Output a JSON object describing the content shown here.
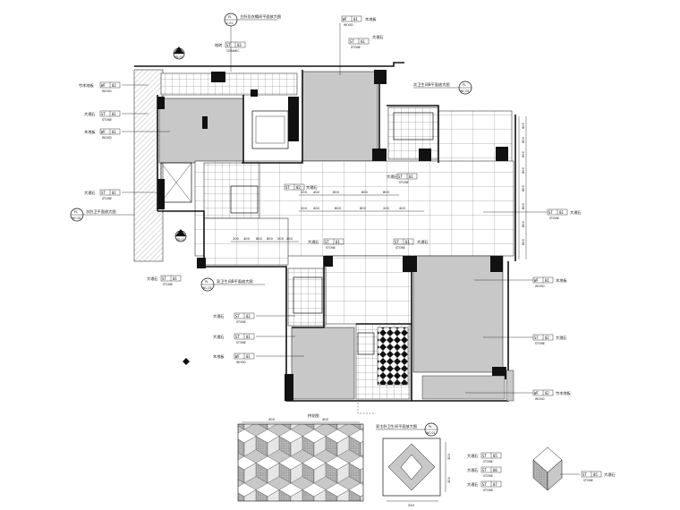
{
  "callouts": {
    "top": {
      "tag": "PL",
      "sheet": "C-01",
      "text": "主卧及衣帽间平面放大图"
    },
    "right": {
      "tag": "PL",
      "sheet": "WC-02",
      "text": "次卫生间B平面放大图"
    },
    "left": {
      "tag": "PL",
      "sheet": "WC-04",
      "text": "次卧卫平面放大图"
    },
    "left_lower": {
      "tag": "PL",
      "sheet": "WC-03",
      "text": "双卫生间B平面放大图"
    },
    "bottom": {
      "tag": "PL",
      "sheet": "WC-01",
      "text": "双主卧卫生间平面放大图"
    },
    "section_top": {
      "num": "04",
      "sheet": "PD-02"
    },
    "section_left": {
      "num": "A",
      "sheet": "PD-02"
    }
  },
  "material_tags": {
    "top_woodfloor": {
      "name": "木地板",
      "code": "WF",
      "num": "01",
      "type": "WOOD"
    },
    "top_tile": {
      "name": "地砖",
      "code": "ST",
      "num": "03",
      "type": "CERAMIC"
    },
    "top_marble": {
      "name": "大理石",
      "code": "ST",
      "num": "01",
      "type": "STONE"
    },
    "left_bamboo": {
      "name": "竹木地板",
      "code": "WF",
      "num": "02",
      "type": "WOOD"
    },
    "left_marble": {
      "name": "大理石",
      "code": "ST",
      "num": "01",
      "type": "STONE"
    },
    "left_wood": {
      "name": "木地板",
      "code": "WF",
      "num": "01",
      "type": "WOOD"
    },
    "left_marble2": {
      "name": "大理石",
      "code": "ST",
      "num": "01",
      "type": "STONE"
    },
    "mid_marble_a": {
      "name": "大理石",
      "code": "ST",
      "num": "02",
      "type": "STONE"
    },
    "mid_marble_b": {
      "name": "大理石",
      "code": "ST",
      "num": "01",
      "type": "STONE"
    },
    "mid_marble_c": {
      "name": "大理石",
      "code": "ST",
      "num": "01",
      "type": "STONE"
    },
    "mid_marble_d": {
      "name": "大理石",
      "code": "ST",
      "num": "01",
      "type": "STONE"
    },
    "right_marble": {
      "name": "大理石",
      "code": "ST",
      "num": "01",
      "type": "STONE"
    },
    "right_wood": {
      "name": "木地板",
      "code": "WF",
      "num": "01",
      "type": "WOOD"
    },
    "right_marble2": {
      "name": "大理石",
      "code": "ST",
      "num": "02",
      "type": "STONE"
    },
    "right_bamboo": {
      "name": "竹木地板",
      "code": "WF",
      "num": "02",
      "type": "WOOD"
    },
    "low_left_marble": {
      "name": "大理石",
      "code": "ST",
      "num": "01",
      "type": "STONE"
    },
    "low_left_marble2": {
      "name": "大理石",
      "code": "ST",
      "num": "02",
      "type": "STONE"
    },
    "low_left_wood": {
      "name": "木地板",
      "code": "WF",
      "num": "01",
      "type": "WOOD"
    },
    "low_left_marble3": {
      "name": "大理石",
      "code": "ST",
      "num": "01",
      "type": "STONE"
    },
    "detail_a": {
      "name": "大理石",
      "code": "ST",
      "num": "05",
      "type": "STONE"
    },
    "detail_b": {
      "name": "大理石",
      "code": "ST",
      "num": "06",
      "type": "STONE"
    },
    "detail_c": {
      "name": "大理石",
      "code": "ST",
      "num": "07",
      "type": "STONE"
    },
    "detail_d": {
      "name": "大理石",
      "code": "ST",
      "num": "05",
      "type": "STONE"
    }
  },
  "dimensions": {
    "row1": [
      "200",
      "400",
      "800",
      "800",
      "800"
    ],
    "row2": [
      "200",
      "400",
      "800",
      "800",
      "200",
      "400"
    ],
    "row3": [
      "200",
      "400",
      "800",
      "800",
      "200",
      "400"
    ],
    "right_column": [
      "600",
      "600",
      "600",
      "800",
      "800",
      "800",
      "800",
      "800"
    ],
    "pattern_top": [
      "400",
      "400"
    ],
    "detail_side": [
      "300",
      "300"
    ],
    "detail_bottom": "250"
  },
  "pattern_title": "拼花图"
}
